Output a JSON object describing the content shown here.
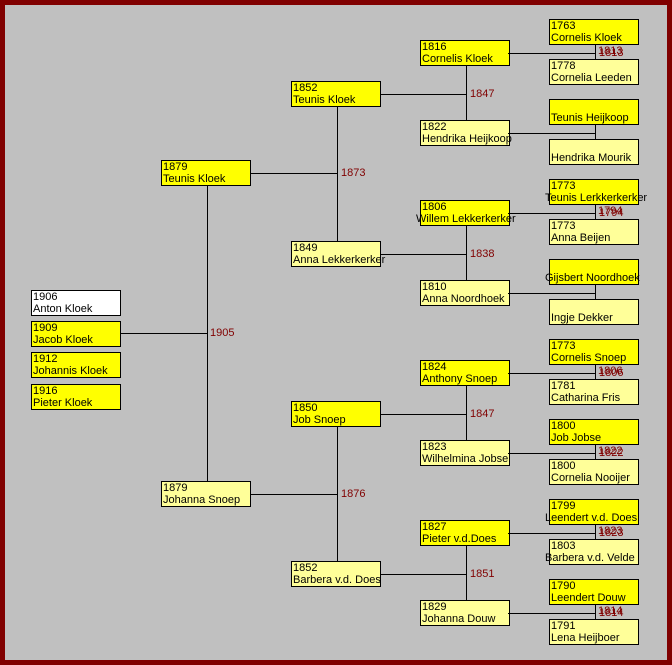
{
  "children": [
    {
      "year": "1906",
      "name": "Anton Kloek",
      "color": "#ffffff"
    },
    {
      "year": "1909",
      "name": "Jacob Kloek",
      "color": "#ffff00"
    },
    {
      "year": "1912",
      "name": "Johannis Kloek",
      "color": "#ffff00"
    },
    {
      "year": "1916",
      "name": "Pieter Kloek",
      "color": "#ffff00"
    }
  ],
  "generations": [
    [
      {
        "year": "1879",
        "name": "Teunis Kloek",
        "sex": "m"
      },
      {
        "year": "1879",
        "name": "Johanna Snoep",
        "sex": "f"
      }
    ],
    [
      {
        "year": "1852",
        "name": "Teunis Kloek",
        "sex": "m"
      },
      {
        "year": "1849",
        "name": "Anna Lekkerkerker",
        "sex": "f"
      },
      {
        "year": "1850",
        "name": "Job Snoep",
        "sex": "m"
      },
      {
        "year": "1852",
        "name": "Barbera v.d. Does",
        "sex": "f"
      }
    ],
    [
      {
        "year": "1816",
        "name": "Cornelis Kloek",
        "sex": "m"
      },
      {
        "year": "1822",
        "name": "Hendrika Heijkoop",
        "sex": "f"
      },
      {
        "year": "1806",
        "name": "Willem Lekkerkerker",
        "sex": "m"
      },
      {
        "year": "1810",
        "name": "Anna Noordhoek",
        "sex": "f"
      },
      {
        "year": "1824",
        "name": "Anthony Snoep",
        "sex": "m"
      },
      {
        "year": "1823",
        "name": "Wilhelmina Jobse",
        "sex": "f"
      },
      {
        "year": "1827",
        "name": "Pieter v.d.Does",
        "sex": "m"
      },
      {
        "year": "1829",
        "name": "Johanna Douw",
        "sex": "f"
      }
    ],
    [
      {
        "year": "1763",
        "name": "Cornelis Kloek",
        "sex": "m"
      },
      {
        "year": "1778",
        "name": "Cornelia Leeden",
        "sex": "f"
      },
      {
        "year": "",
        "name": "Teunis Heijkoop",
        "sex": "m"
      },
      {
        "year": "",
        "name": "Hendrika Mourik",
        "sex": "f"
      },
      {
        "year": "1773",
        "name": "Teunis Lerkkerkerker",
        "sex": "m"
      },
      {
        "year": "1773",
        "name": "Anna Beijen",
        "sex": "f"
      },
      {
        "year": "",
        "name": "Gijsbert Noordhoek",
        "sex": "m"
      },
      {
        "year": "",
        "name": "Ingje Dekker",
        "sex": "f"
      },
      {
        "year": "1773",
        "name": "Cornelis Snoep",
        "sex": "m"
      },
      {
        "year": "1781",
        "name": "Catharina Fris",
        "sex": "f"
      },
      {
        "year": "1800",
        "name": "Job Jobse",
        "sex": "m"
      },
      {
        "year": "1800",
        "name": "Cornelia Nooijer",
        "sex": "f"
      },
      {
        "year": "1799",
        "name": "Leendert v.d. Does",
        "sex": "m"
      },
      {
        "year": "1803",
        "name": "Barbera v.d. Velde",
        "sex": "f"
      },
      {
        "year": "1790",
        "name": "Leendert  Douw",
        "sex": "m"
      },
      {
        "year": "1791",
        "name": "Lena Heijboer",
        "sex": "f"
      }
    ]
  ],
  "marriages": [
    [
      "1905"
    ],
    [
      "1873",
      "1876"
    ],
    [
      "1847",
      "1838",
      "1847",
      "1851"
    ],
    [
      "1813",
      "",
      "1794",
      "",
      "1806",
      "1822",
      "1823",
      "1814"
    ]
  ]
}
